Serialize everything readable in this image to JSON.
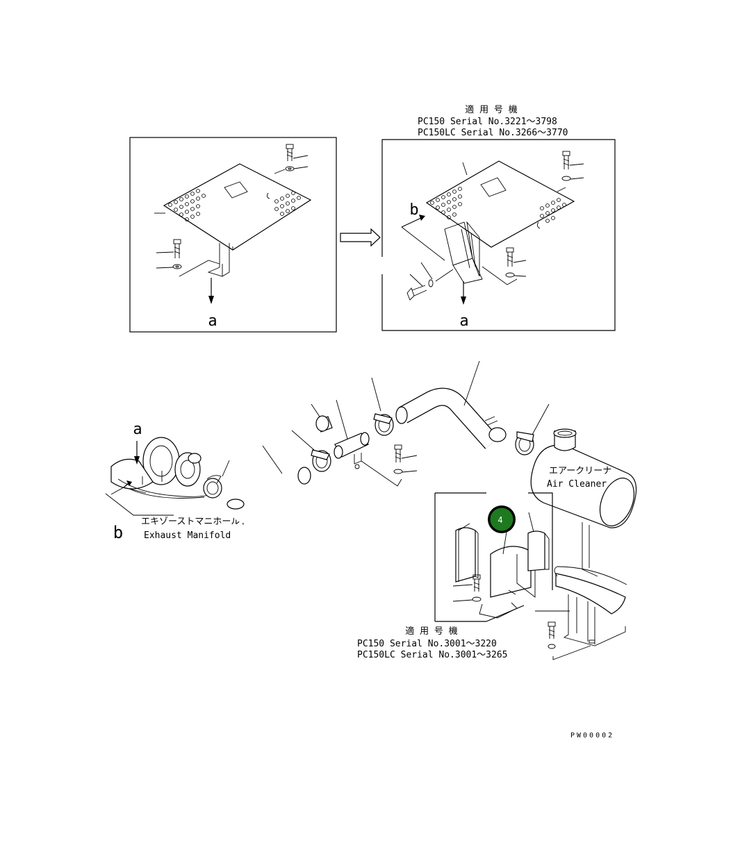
{
  "top_right_note": {
    "heading": "適 用 号 機",
    "line1": "PC150   Serial No.3221～3798",
    "line2": "PC150LC Serial No.3266～3770"
  },
  "bottom_note": {
    "heading": "適 用 号 機",
    "line1": "PC150   Serial No.3001～3220",
    "line2": "PC150LC Serial No.3001～3265"
  },
  "labels": {
    "a_left_box": "a",
    "a_right_box": "a",
    "b_right_box": "b",
    "a_turbo": "a",
    "b_turbo": "b",
    "exhaust_jp": "エキゾーストマニホールド",
    "exhaust_en": "Exhaust Manifold",
    "aircleaner_jp": "エアークリーナ",
    "aircleaner_en": "Air Cleaner",
    "drawing_code": "PW00002"
  },
  "callout_badge": {
    "number": "4",
    "color": "#1e7a1e"
  }
}
